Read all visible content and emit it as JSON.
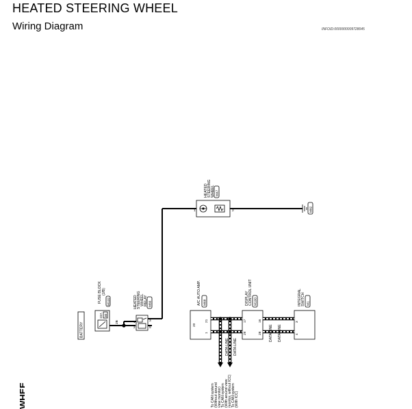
{
  "header": {
    "title": "HEATED STEERING WHEEL",
    "subtitle": "Wiring Diagram",
    "info_id": "INFOID:0000000009728045"
  },
  "side_tab": {
    "label": "WHEEL"
  },
  "components": {
    "battery": {
      "label": "BATTERY"
    },
    "fuse_block": {
      "label_1": "FUSE BLOCK",
      "label_2": "(J/B)",
      "connector": "M132",
      "fuse_rating": "10A",
      "fuse_number": "30",
      "terminal": "2B"
    },
    "relay": {
      "label_1": "HEATED",
      "label_2": "STEERING",
      "label_3": "WHEEL",
      "label_4": "RELAY",
      "connector": "M66",
      "pins": [
        "1",
        "2",
        "3",
        "5"
      ]
    },
    "heated_wheel": {
      "label_1": "HEATED",
      "label_2": "STEERING",
      "label_3": "WHEEL",
      "connector": "M47",
      "pin_left": "1",
      "pin_right": "2"
    },
    "ground": {
      "label": "M82"
    },
    "ac_amp": {
      "label": "A/C AUTO AMP.",
      "connector": "M68",
      "pins": [
        "20",
        "21",
        "1",
        "3"
      ]
    },
    "display_unit": {
      "label_1": "DISPLAY",
      "label_2": "CONTROL UNIT",
      "connector": "M100",
      "pins": [
        "17",
        "29",
        "16",
        "28"
      ]
    },
    "integral_switch": {
      "label_1": "INTEGRAL",
      "label_2": "SWITCH",
      "connector": "M1",
      "pins": [
        "3",
        "4"
      ]
    }
  },
  "lines": {
    "data_line": "DATA LINE",
    "can_notes": [
      "To CAN system",
      "(Without around",
      "view monitor)",
      "To CAN system",
      "(With around view",
      "monitor, without ICC)",
      "To CAN system",
      "(With ICC)"
    ]
  }
}
